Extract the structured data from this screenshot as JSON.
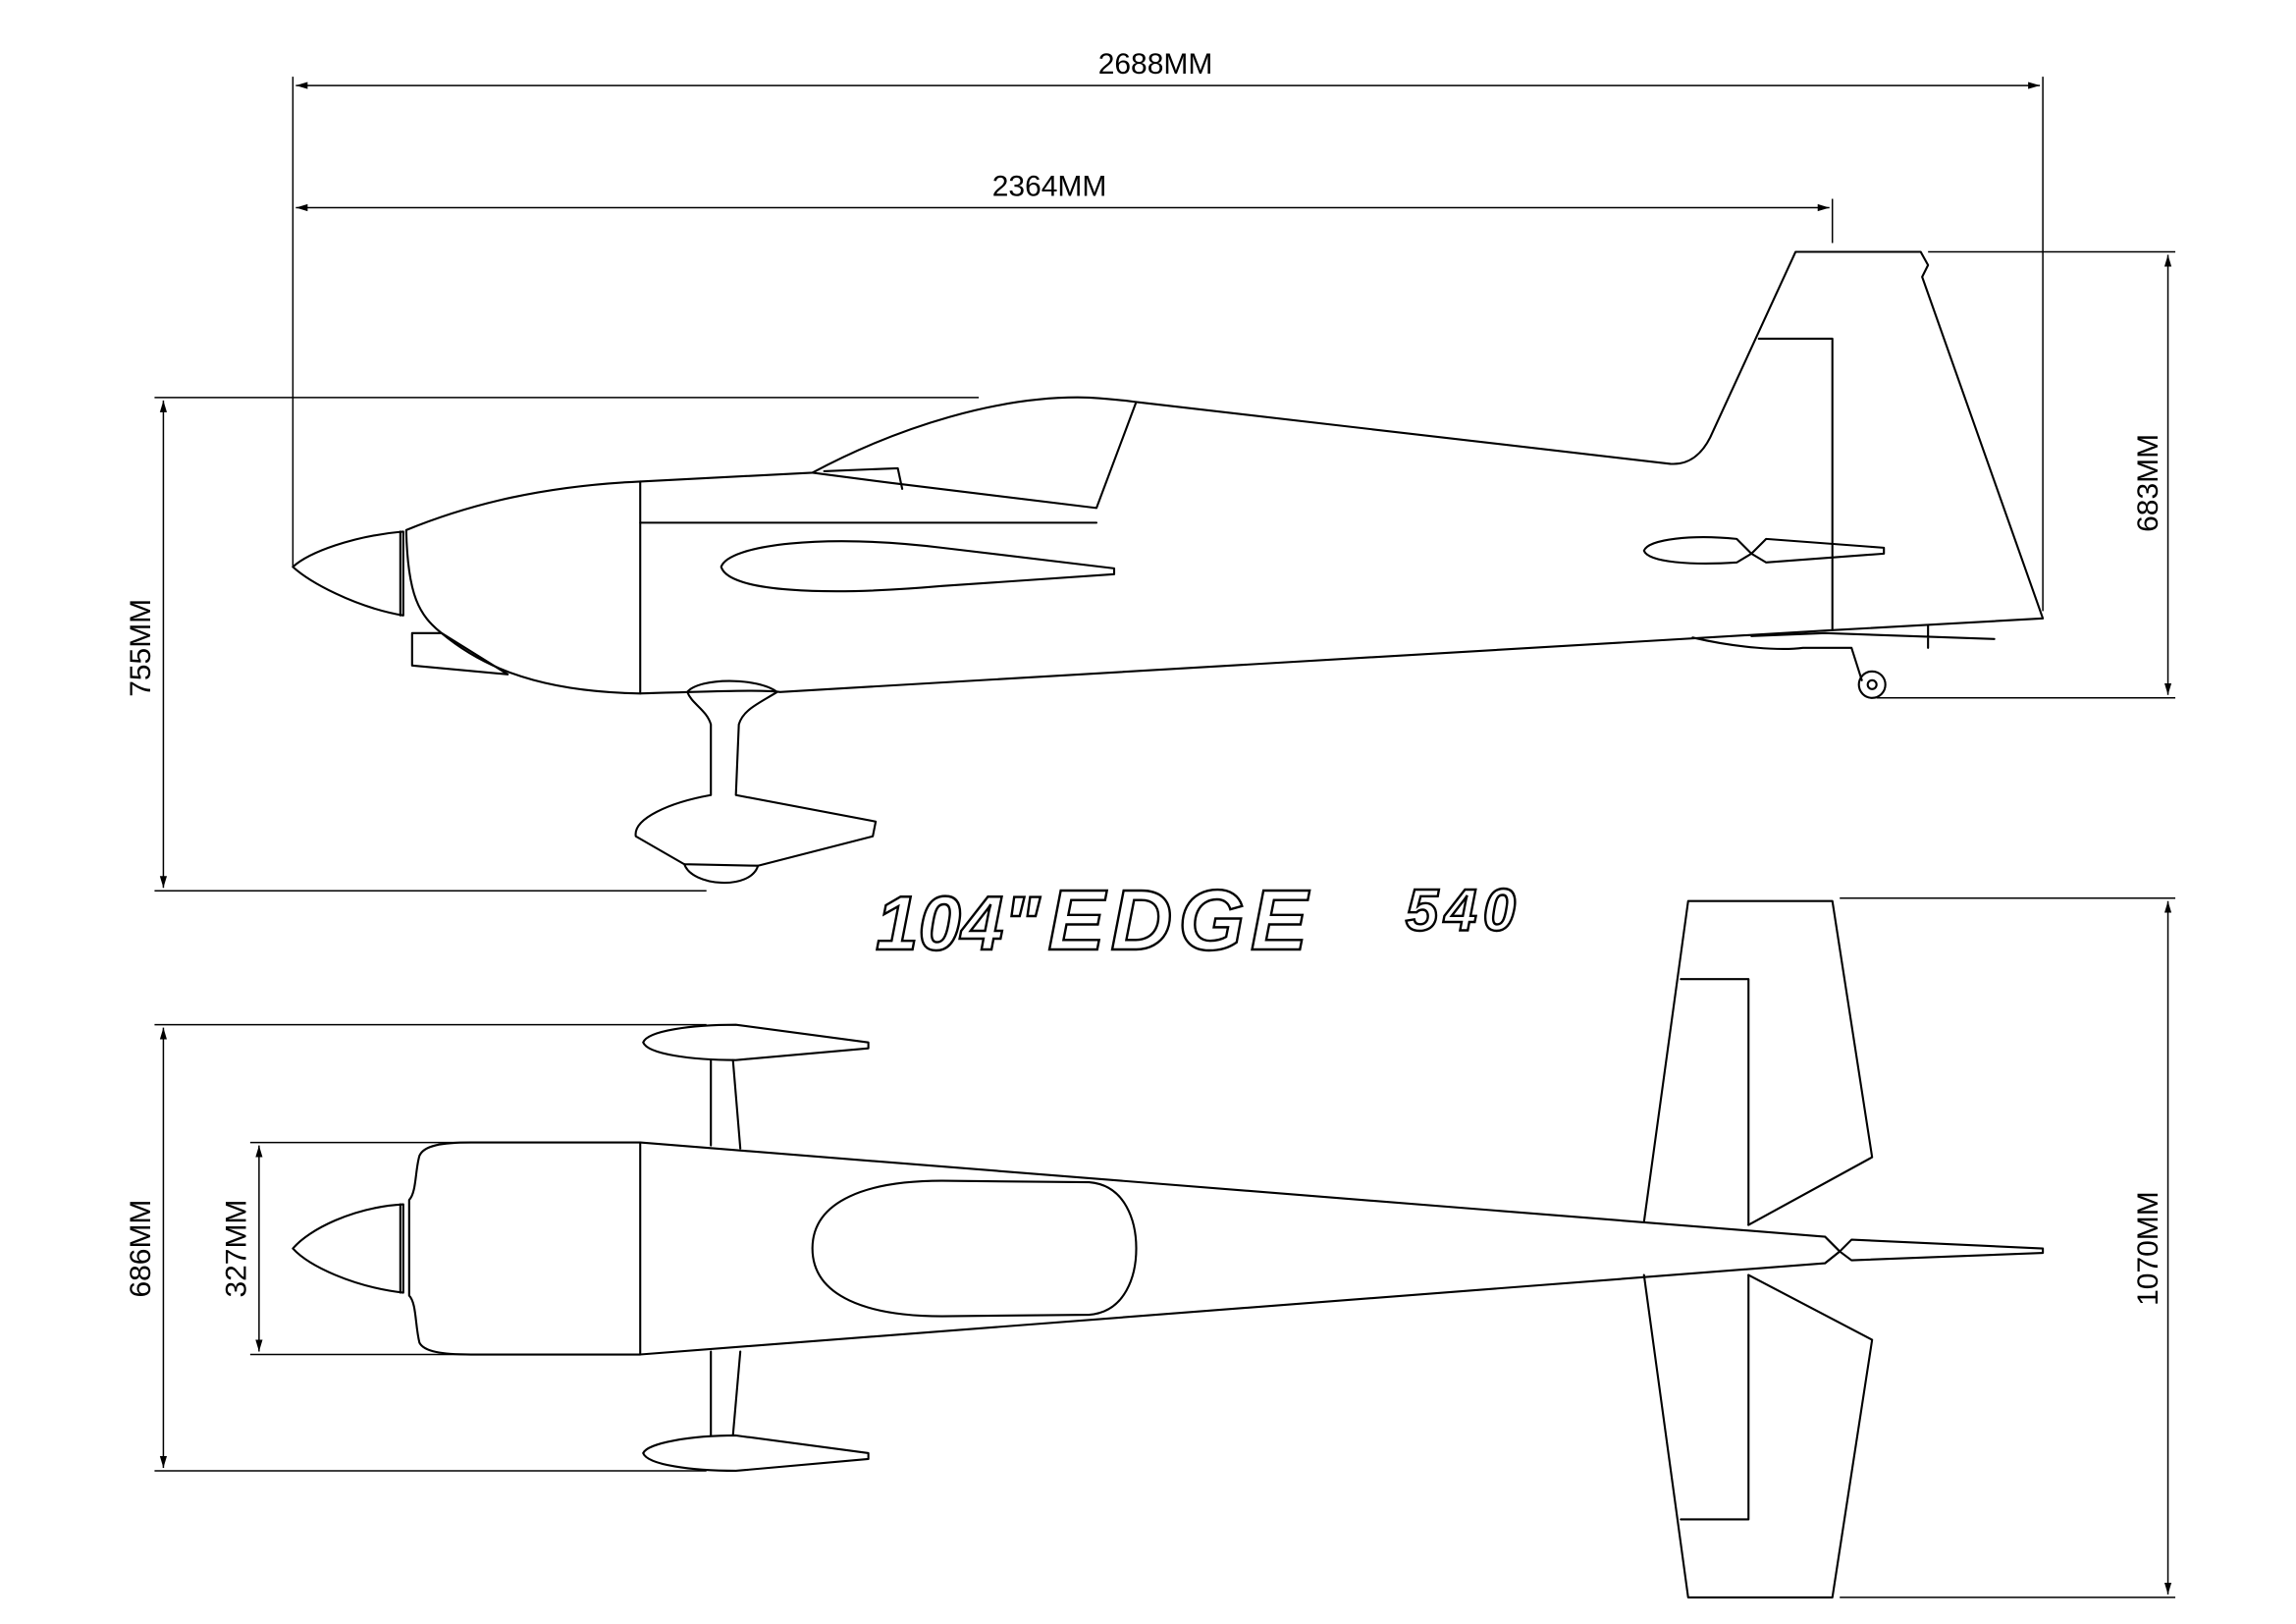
{
  "title": {
    "model": "104\"",
    "name": "EDGE",
    "suffix": "540"
  },
  "dimensions": {
    "overall_length": "2688MM",
    "fuselage_length": "2364MM",
    "height": "755MM",
    "tail_height": "683MM",
    "gear_track": "686MM",
    "fuselage_width": "327MM",
    "stab_span": "1070MM"
  }
}
